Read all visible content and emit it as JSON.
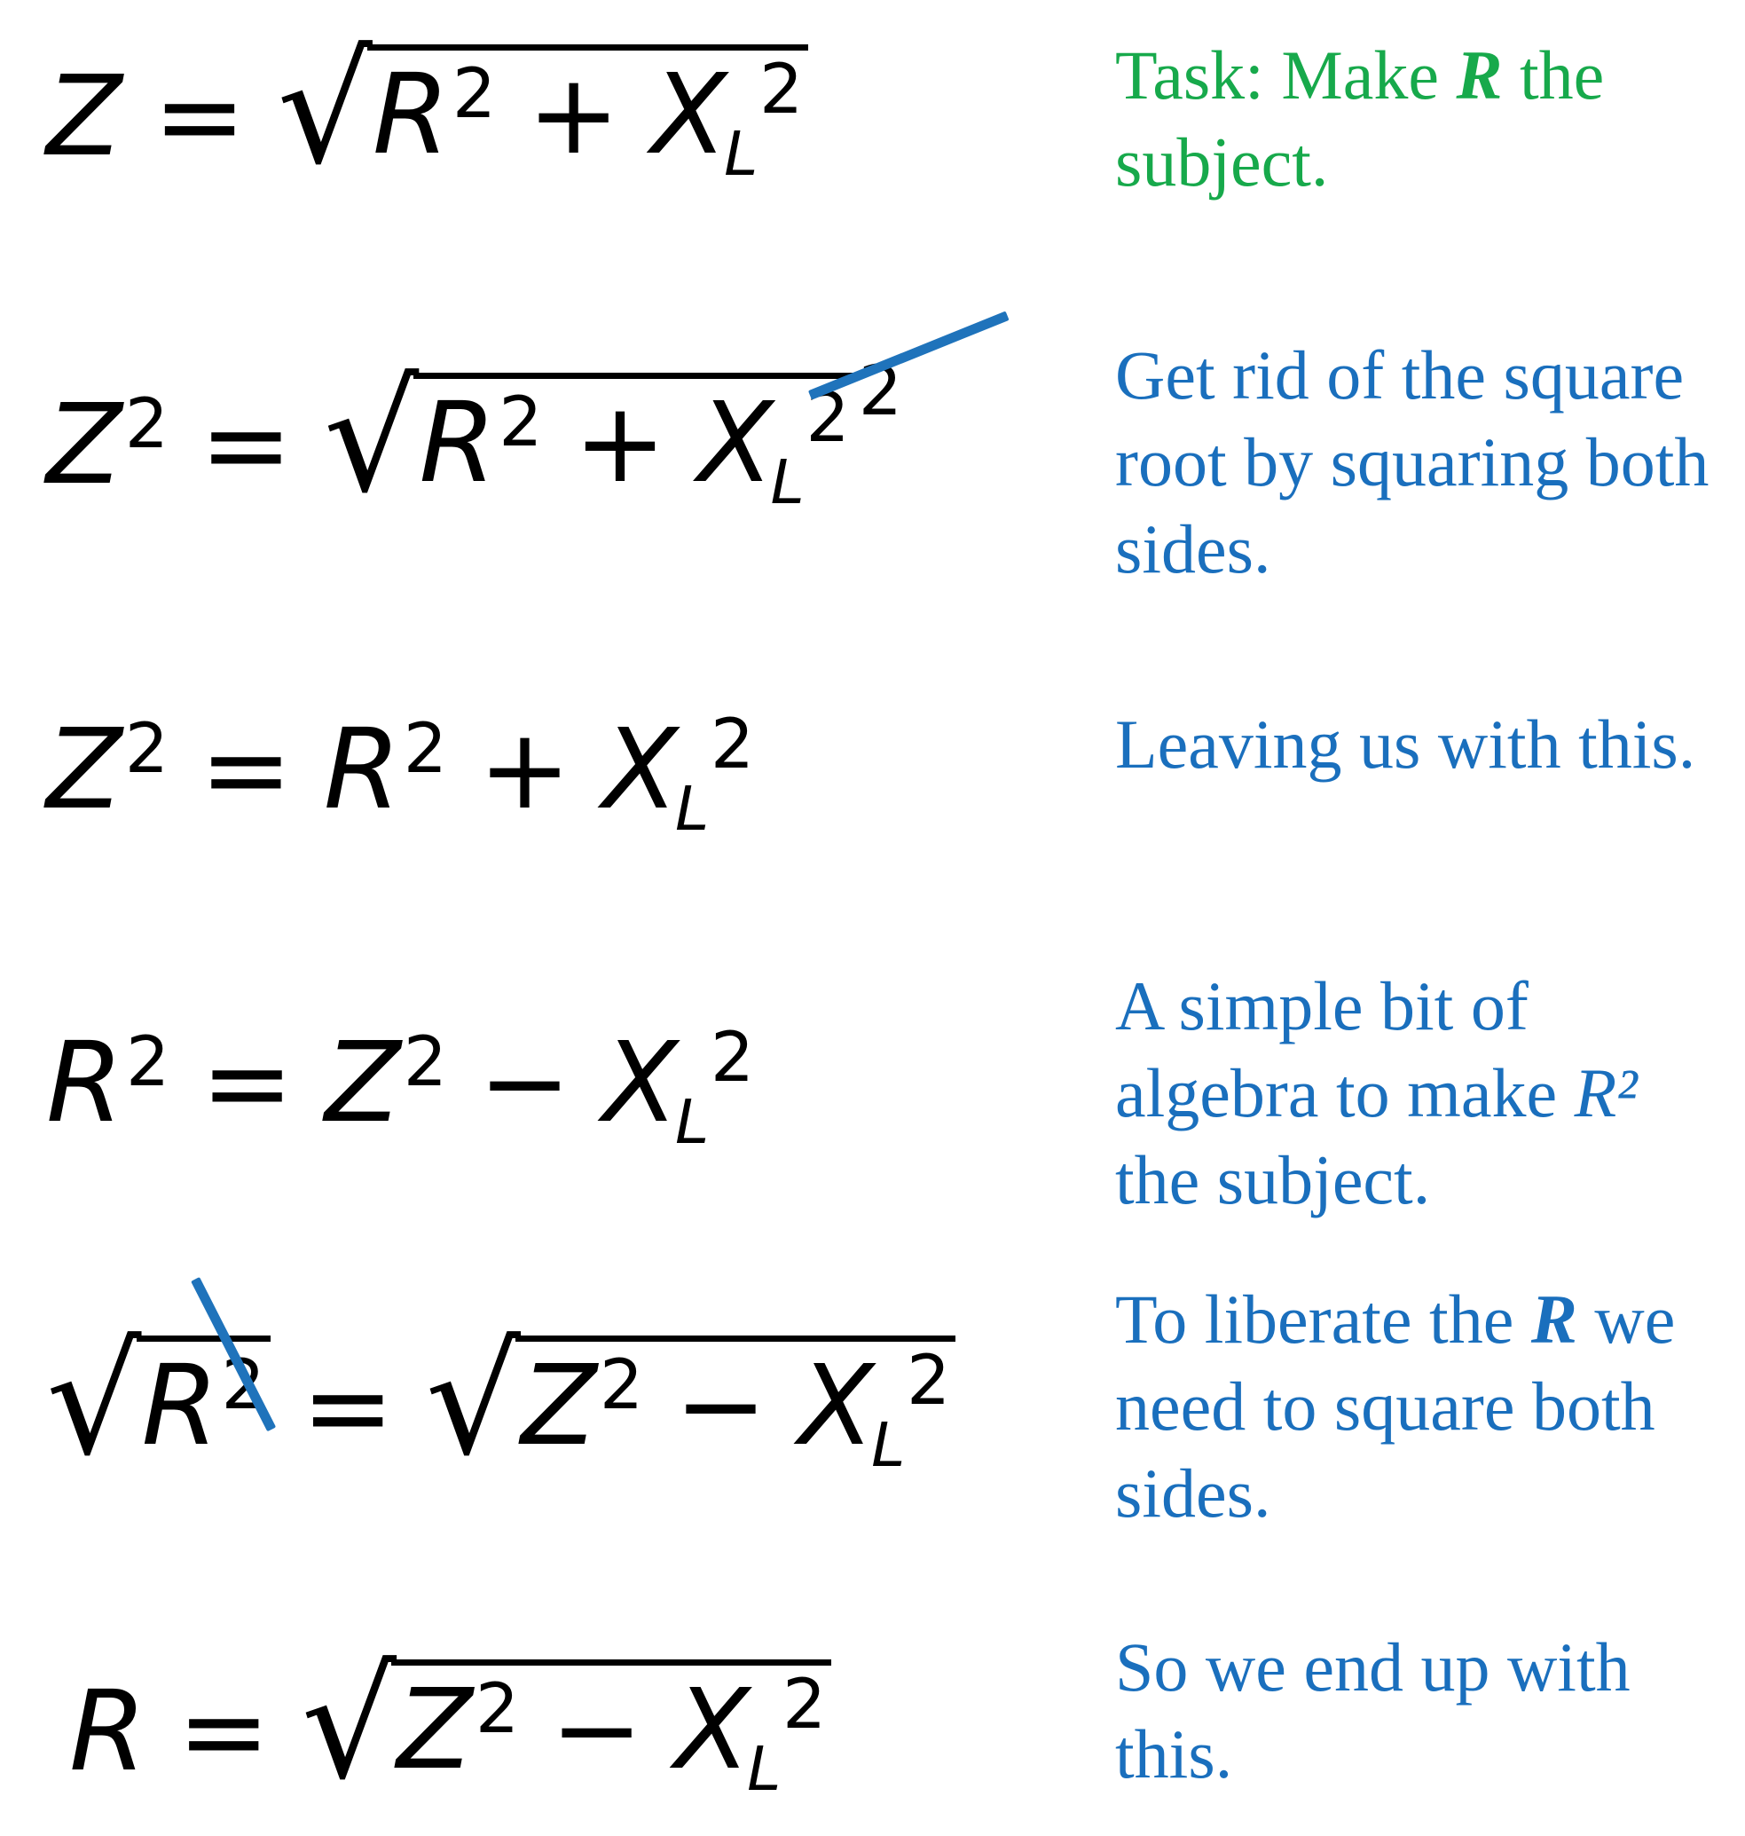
{
  "colors": {
    "equation": "#000000",
    "note": "#1a6fbd",
    "task": "#17a94b",
    "strike": "#1f73bb"
  },
  "steps": [
    {
      "equation": {
        "lhs": "Z",
        "eq": "=",
        "rad": {
          "t1": "R",
          "p1": "2",
          "op": "+",
          "t2": "X",
          "sub": "L",
          "p2": "2"
        }
      },
      "note": {
        "before": "Task: Make ",
        "emph": "R",
        "after": " the subject."
      }
    },
    {
      "equation": {
        "lhs": "Z",
        "lhs_pow": "2",
        "eq": "=",
        "rad": {
          "t1": "R",
          "p1": "2",
          "op": "+",
          "t2": "X",
          "sub": "L",
          "p2": "2"
        },
        "outer_pow": "2"
      },
      "note": {
        "text": "Get rid of the square root by squaring both sides."
      }
    },
    {
      "equation": {
        "lhs": "Z",
        "lhs_pow": "2",
        "eq": "=",
        "t1": "R",
        "p1": "2",
        "op": "+",
        "t2": "X",
        "sub": "L",
        "p2": "2"
      },
      "note": {
        "text": "Leaving us with this."
      }
    },
    {
      "equation": {
        "lhs": "R",
        "lhs_pow": "2",
        "eq": "=",
        "t1": "Z",
        "p1": "2",
        "op": "−",
        "t2": "X",
        "sub": "L",
        "p2": "2"
      },
      "note": {
        "before": "A simple bit of algebra to make ",
        "emph": "R²",
        "after": " the subject."
      }
    },
    {
      "equation": {
        "lhs_rad": {
          "t": "R",
          "p": "2"
        },
        "eq": "=",
        "rad": {
          "t1": "Z",
          "p1": "2",
          "op": "−",
          "t2": "X",
          "sub": "L",
          "p2": "2"
        }
      },
      "note": {
        "before": "To liberate the ",
        "emph": "R",
        "after": " we need to square both sides."
      }
    },
    {
      "equation": {
        "lhs": "R",
        "eq": "=",
        "rad": {
          "t1": "Z",
          "p1": "2",
          "op": "−",
          "t2": "X",
          "sub": "L",
          "p2": "2"
        }
      },
      "note": {
        "text": "So we end up with this."
      }
    }
  ]
}
